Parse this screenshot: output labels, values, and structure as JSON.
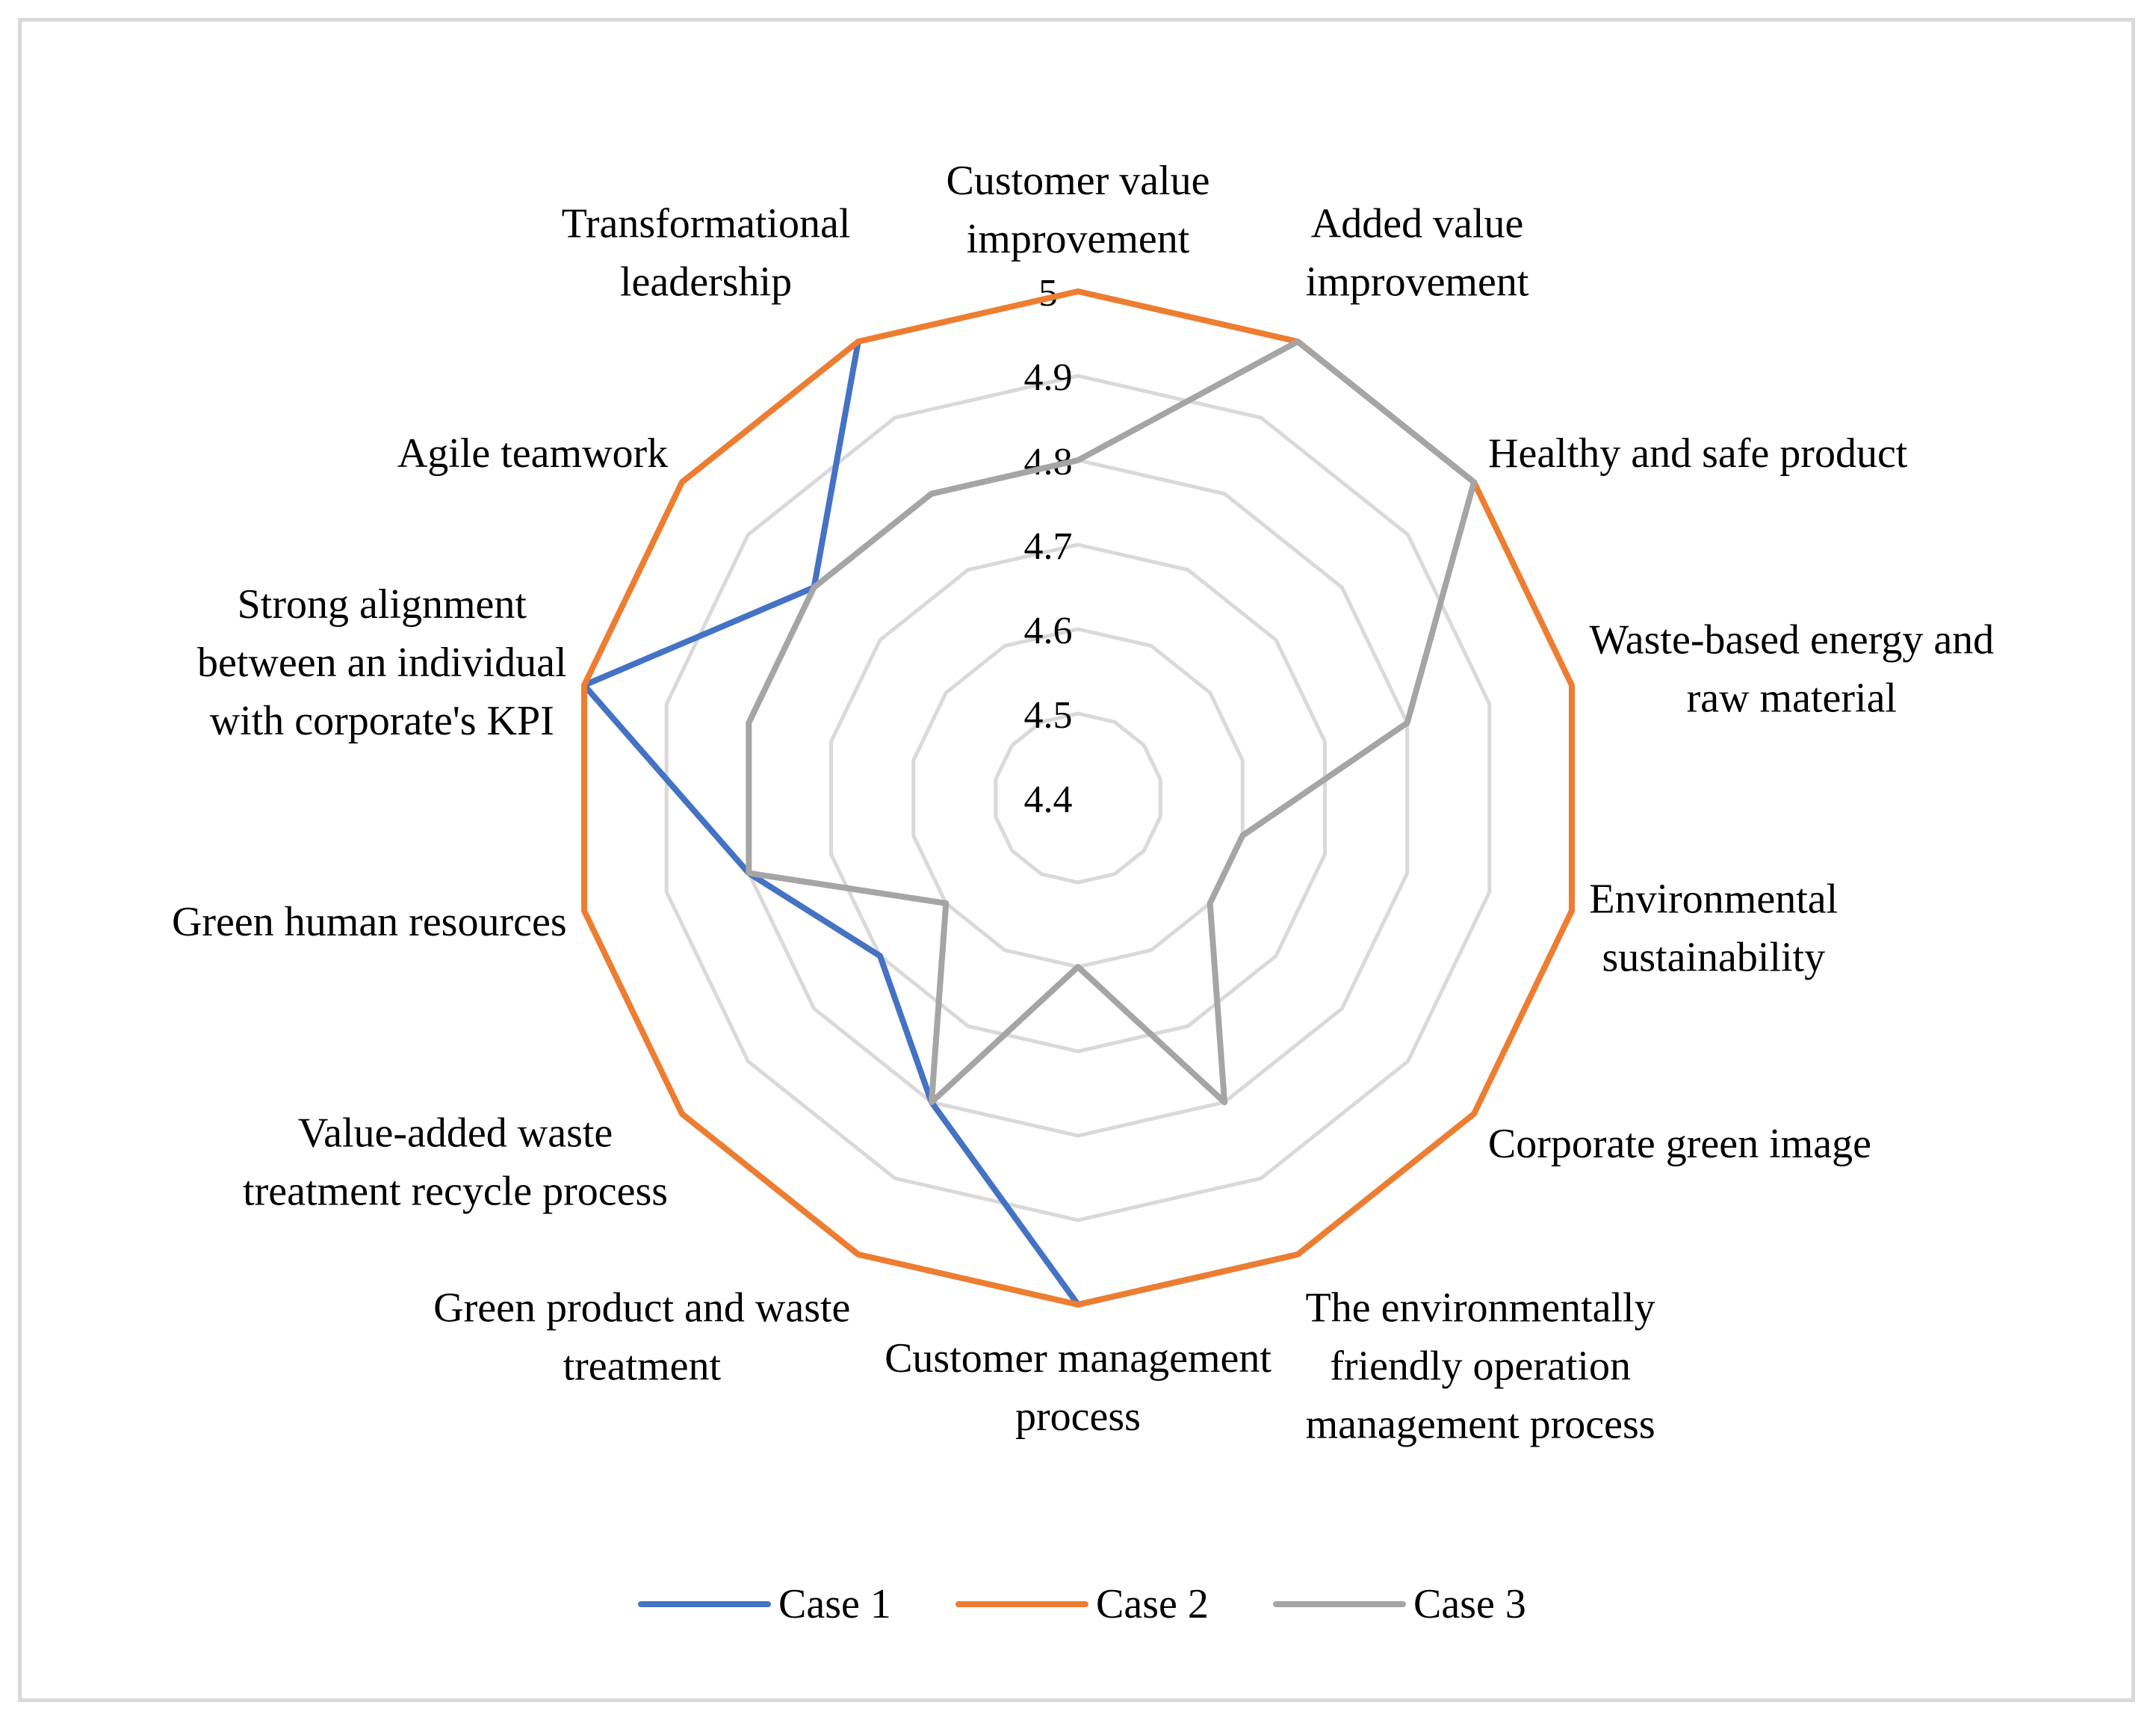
{
  "chart_data": {
    "type": "radar",
    "axes": [
      [
        "Customer value",
        "improvement"
      ],
      [
        "Added value",
        "improvement"
      ],
      [
        "Healthy and safe product"
      ],
      [
        "Waste-based energy and",
        "raw material"
      ],
      [
        "Environmental",
        "sustainability"
      ],
      [
        "Corporate green image"
      ],
      [
        "The environmentally",
        "friendly operation",
        "management process"
      ],
      [
        "Customer management",
        "process"
      ],
      [
        "Green product and waste",
        "treatment"
      ],
      [
        "Value-added waste",
        "treatment recycle process"
      ],
      [
        "Green human resources"
      ],
      [
        "Strong alignment",
        "between an individual",
        "with corporate's KPI"
      ],
      [
        "Agile teamwork"
      ],
      [
        "Transformational",
        "leadership"
      ]
    ],
    "range": [
      4.4,
      5.0
    ],
    "ticks": [
      "4.4",
      "4.5",
      "4.6",
      "4.7",
      "4.8",
      "4.9",
      "5"
    ],
    "tick_values": [
      4.4,
      4.5,
      4.6,
      4.7,
      4.8,
      4.9,
      5.0
    ],
    "gridlines": true,
    "legend_position": "bottom",
    "series": [
      {
        "name": "Case 1",
        "color": "#4472c4",
        "values": [
          null,
          null,
          null,
          null,
          null,
          null,
          5.0,
          5.0,
          4.8,
          4.7,
          4.8,
          5.0,
          4.8,
          5.0
        ]
      },
      {
        "name": "Case 2",
        "color": "#ed7d31",
        "values": [
          5.0,
          5.0,
          5.0,
          5.0,
          5.0,
          5.0,
          5.0,
          5.0,
          5.0,
          5.0,
          5.0,
          5.0,
          5.0,
          5.0
        ]
      },
      {
        "name": "Case 3",
        "color": "#a5a5a5",
        "values": [
          4.8,
          5.0,
          5.0,
          4.8,
          4.6,
          4.6,
          4.8,
          4.6,
          4.8,
          4.6,
          4.8,
          4.8,
          4.8,
          4.8
        ]
      }
    ]
  }
}
